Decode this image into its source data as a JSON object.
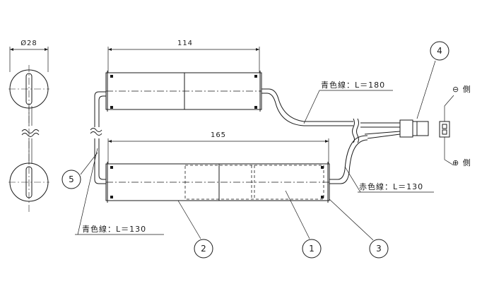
{
  "dimensions": {
    "diameter": "Ø28",
    "upper_length": "114",
    "lower_length": "165"
  },
  "wires": {
    "upper_blue": "青色線：L＝180",
    "lower_blue": "青色線：L＝130",
    "red": "赤色線：L＝130"
  },
  "polarity": {
    "negative": "⊖ 側",
    "positive": "⊕ 側"
  },
  "callouts": {
    "c1": "1",
    "c2": "2",
    "c3": "3",
    "c4": "4",
    "c5": "5"
  }
}
